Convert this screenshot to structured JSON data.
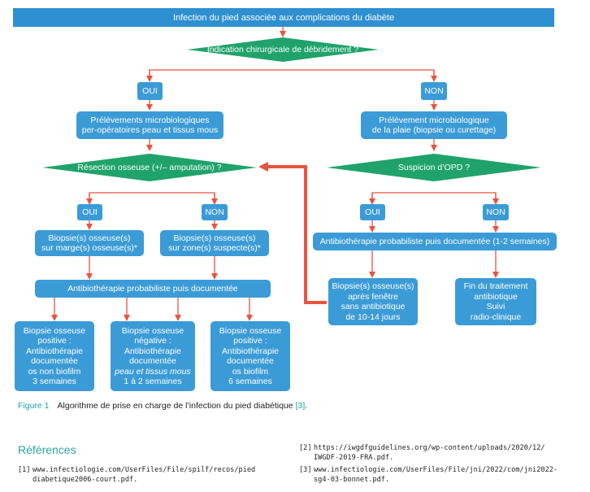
{
  "header": {
    "title": "Infection du pied associée aux complications du diabète"
  },
  "flow": {
    "top_question": "Indication chirurgicale de débridement ?",
    "oui": "OUI",
    "non": "NON",
    "left_sample": [
      "Prélèvements microbiologiques",
      "per-opératoires peau et tissus mous"
    ],
    "right_sample": [
      "Prélèvement microbiologique",
      "de la plaie (biopsie ou curettage)"
    ],
    "resection_question": "Résection osseuse (+/– amputation) ?",
    "opd_question": "Suspicion d’OPD ?",
    "biopsy_margin": [
      "Biopsie(s) osseuse(s)",
      "sur marge(s) osseuse(s)*"
    ],
    "biopsy_zone": [
      "Biopsie(s) osseuse(s)",
      "sur zone(s) suspecte(s)*"
    ],
    "abx_bar": "Antibiothérapie probabiliste puis documentée",
    "abx_right_bar": "Antibiothérapie probabiliste puis documentée (1-2 semaines)",
    "result1": [
      "Biopsie osseuse",
      "positive :",
      "Antibiothérapie",
      "documentée",
      "os non biofilm",
      "3 semaines"
    ],
    "result2": [
      "Biopsie osseuse",
      "négative :",
      "Antibiothérapie",
      "documentée",
      "peau et tissus mous",
      "1 à 2 semaines"
    ],
    "result3": [
      "Biopsie osseuse",
      "positive :",
      "Antibiothérapie",
      "documentée",
      "os biofilm",
      "6 semaines"
    ],
    "biopsy_window": [
      "Biopsie(s) osseuse(s)",
      "après fenêtre",
      "sans antibiotique",
      "de 10-14 jours"
    ],
    "end_treatment": [
      "Fin du traitement",
      "antibiotique",
      "Suivi",
      "radio-clinique"
    ]
  },
  "colors": {
    "box": "#3b9bd6",
    "header": "#2e8fd1",
    "diamond": "#1fa36a",
    "arrow": "#e8543f",
    "accent": "#2aa39b"
  },
  "caption": {
    "label": "Figure 1",
    "text": "Algorithme de prise en charge de l’infection du pied diabétique ",
    "ref": "[3]",
    "end": "."
  },
  "references": {
    "title": "Références",
    "items": [
      {
        "num": "[1]",
        "lines": [
          "www.infectiologie.com/UserFiles/File/spilf/recos/pied",
          "diabetique2006-court.pdf."
        ]
      },
      {
        "num": "[2]",
        "lines": [
          "https://iwgdfguidelines.org/wp-content/uploads/2020/12/",
          "IWGDF-2019-FRA.pdf."
        ]
      },
      {
        "num": "[3]",
        "lines": [
          "www.infectiologie.com/UserFiles/File/jni/2022/com/jni2022-",
          "sg4-03-bonnet.pdf."
        ]
      }
    ]
  }
}
